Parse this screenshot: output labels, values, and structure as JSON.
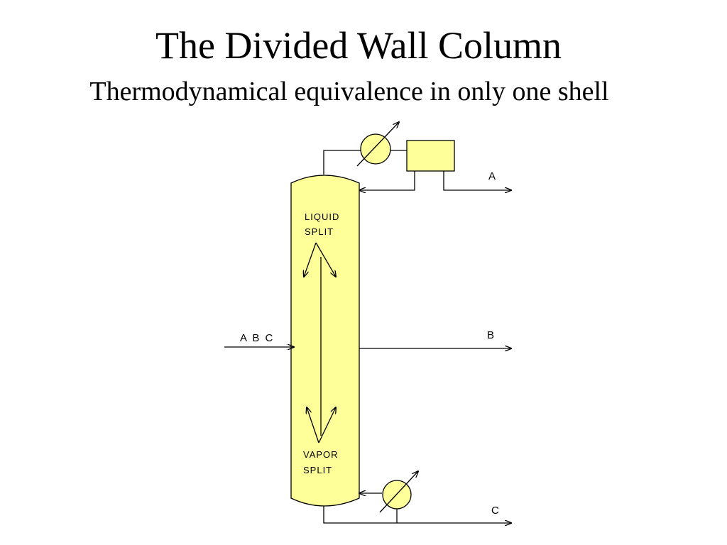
{
  "title": "The Divided Wall Column",
  "subtitle": "Thermodynamical equivalence in only one shell",
  "labels": {
    "liquid_split_line1": "LIQUID",
    "liquid_split_line2": "SPLIT",
    "vapor_split_line1": "VAPOR",
    "vapor_split_line2": "SPLIT",
    "feed": "A B C",
    "top_product": "A",
    "side_product": "B",
    "bottom_product": "C"
  },
  "colors": {
    "equipment_fill": "#FFFF99",
    "line": "#000000"
  },
  "icons": {
    "condenser": "heat-exchanger-icon",
    "reboiler": "heat-exchanger-icon",
    "reflux_drum": "vessel-icon"
  }
}
